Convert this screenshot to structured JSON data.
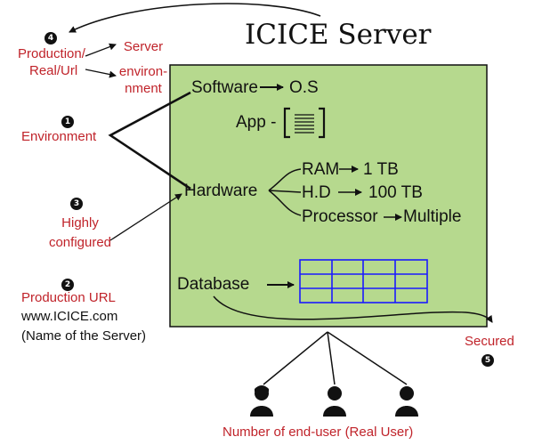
{
  "title": "ICICE Server",
  "badges": [
    "1",
    "2",
    "3",
    "4",
    "5"
  ],
  "left": {
    "environment": "Environment",
    "highly_line1": "Highly",
    "highly_line2": "configured",
    "production_url": "Production URL",
    "url": "www.ICICE.com",
    "url_note": "(Name of the Server)",
    "production_line1": "Production/",
    "production_line2": "Real/Url",
    "server_line1": "Server",
    "server_line2": "environ-",
    "server_line3": "nment"
  },
  "box": {
    "software": "Software",
    "os": "O.S",
    "app": "App -",
    "hardware": "Hardware",
    "ram": "RAM",
    "ram_value": "1 TB",
    "hd": "H.D",
    "hd_value": "100 TB",
    "processor": "Processor",
    "processor_value": "Multiple",
    "database": "Database"
  },
  "secured": "Secured",
  "end_users": "Number of end-user (Real User)",
  "colors": {
    "server_fill": "#b6d98e",
    "red_text": "#c0232a",
    "db_grid": "#1a1aff"
  },
  "icons": [
    "document-icon",
    "user-icon",
    "arrow-icon"
  ]
}
